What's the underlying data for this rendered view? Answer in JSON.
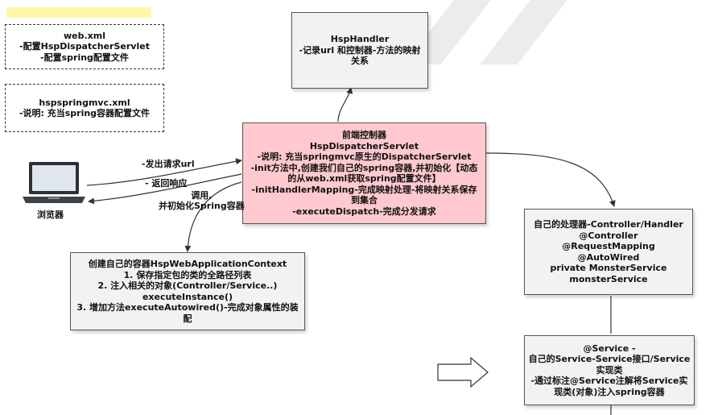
{
  "config_boxes": {
    "web_xml": [
      "web.xml",
      "-配置HspDispatcherServlet",
      "-配置spring配置文件"
    ],
    "spring_mvc_xml": [
      "hspspringmvc.xml",
      "-说明: 充当spring容器配置文件"
    ]
  },
  "handler_box": [
    "HspHandler",
    "-记录url 和控制器-方法的映射",
    "关系"
  ],
  "dispatcher_box": [
    "前端控制器",
    "HspDispatcherServlet",
    "-说明: 充当springmvc原生的DispatcherServlet",
    "-init方法中,创建我们自己的spring容器,并初始化【动态",
    "的从web.xml获取spring配置文件】",
    "-initHandlerMapping-完成映射处理-将映射关系保存",
    "到集合",
    "-executeDispatch-完成分发请求"
  ],
  "browser": {
    "label": "浏览器",
    "icon": "laptop-icon"
  },
  "edge_labels": {
    "send_request": "-发出请求url",
    "return_response": "- 返回响应",
    "call_init": [
      "调用,",
      "并初始化Spring容器"
    ]
  },
  "container_box": [
    "创建自己的容器HspWebApplicationContext",
    "1. 保存指定包的类的全路径列表",
    "2. 注入相关的对象(Controller/Service..)",
    "executeInstance()",
    "3. 增加方法executeAutowired()-完成对象属性的装",
    "配"
  ],
  "controller_box": [
    "自己的处理器-Controller/Handler",
    "@Controller",
    "@RequestMapping",
    "@AutoWired",
    "private MonsterService",
    "monsterService"
  ],
  "service_box": [
    "@Service -",
    "自己的Service-Service接口/Service",
    "实现类",
    "-通过标注@Service注解将Service实",
    "现类(对象)注入spring容器"
  ],
  "colors": {
    "dispatcher_fill": "#ffc9cf",
    "box_fill": "#f2f2f2",
    "highlight": "#fff7a8",
    "line": "#333333"
  }
}
